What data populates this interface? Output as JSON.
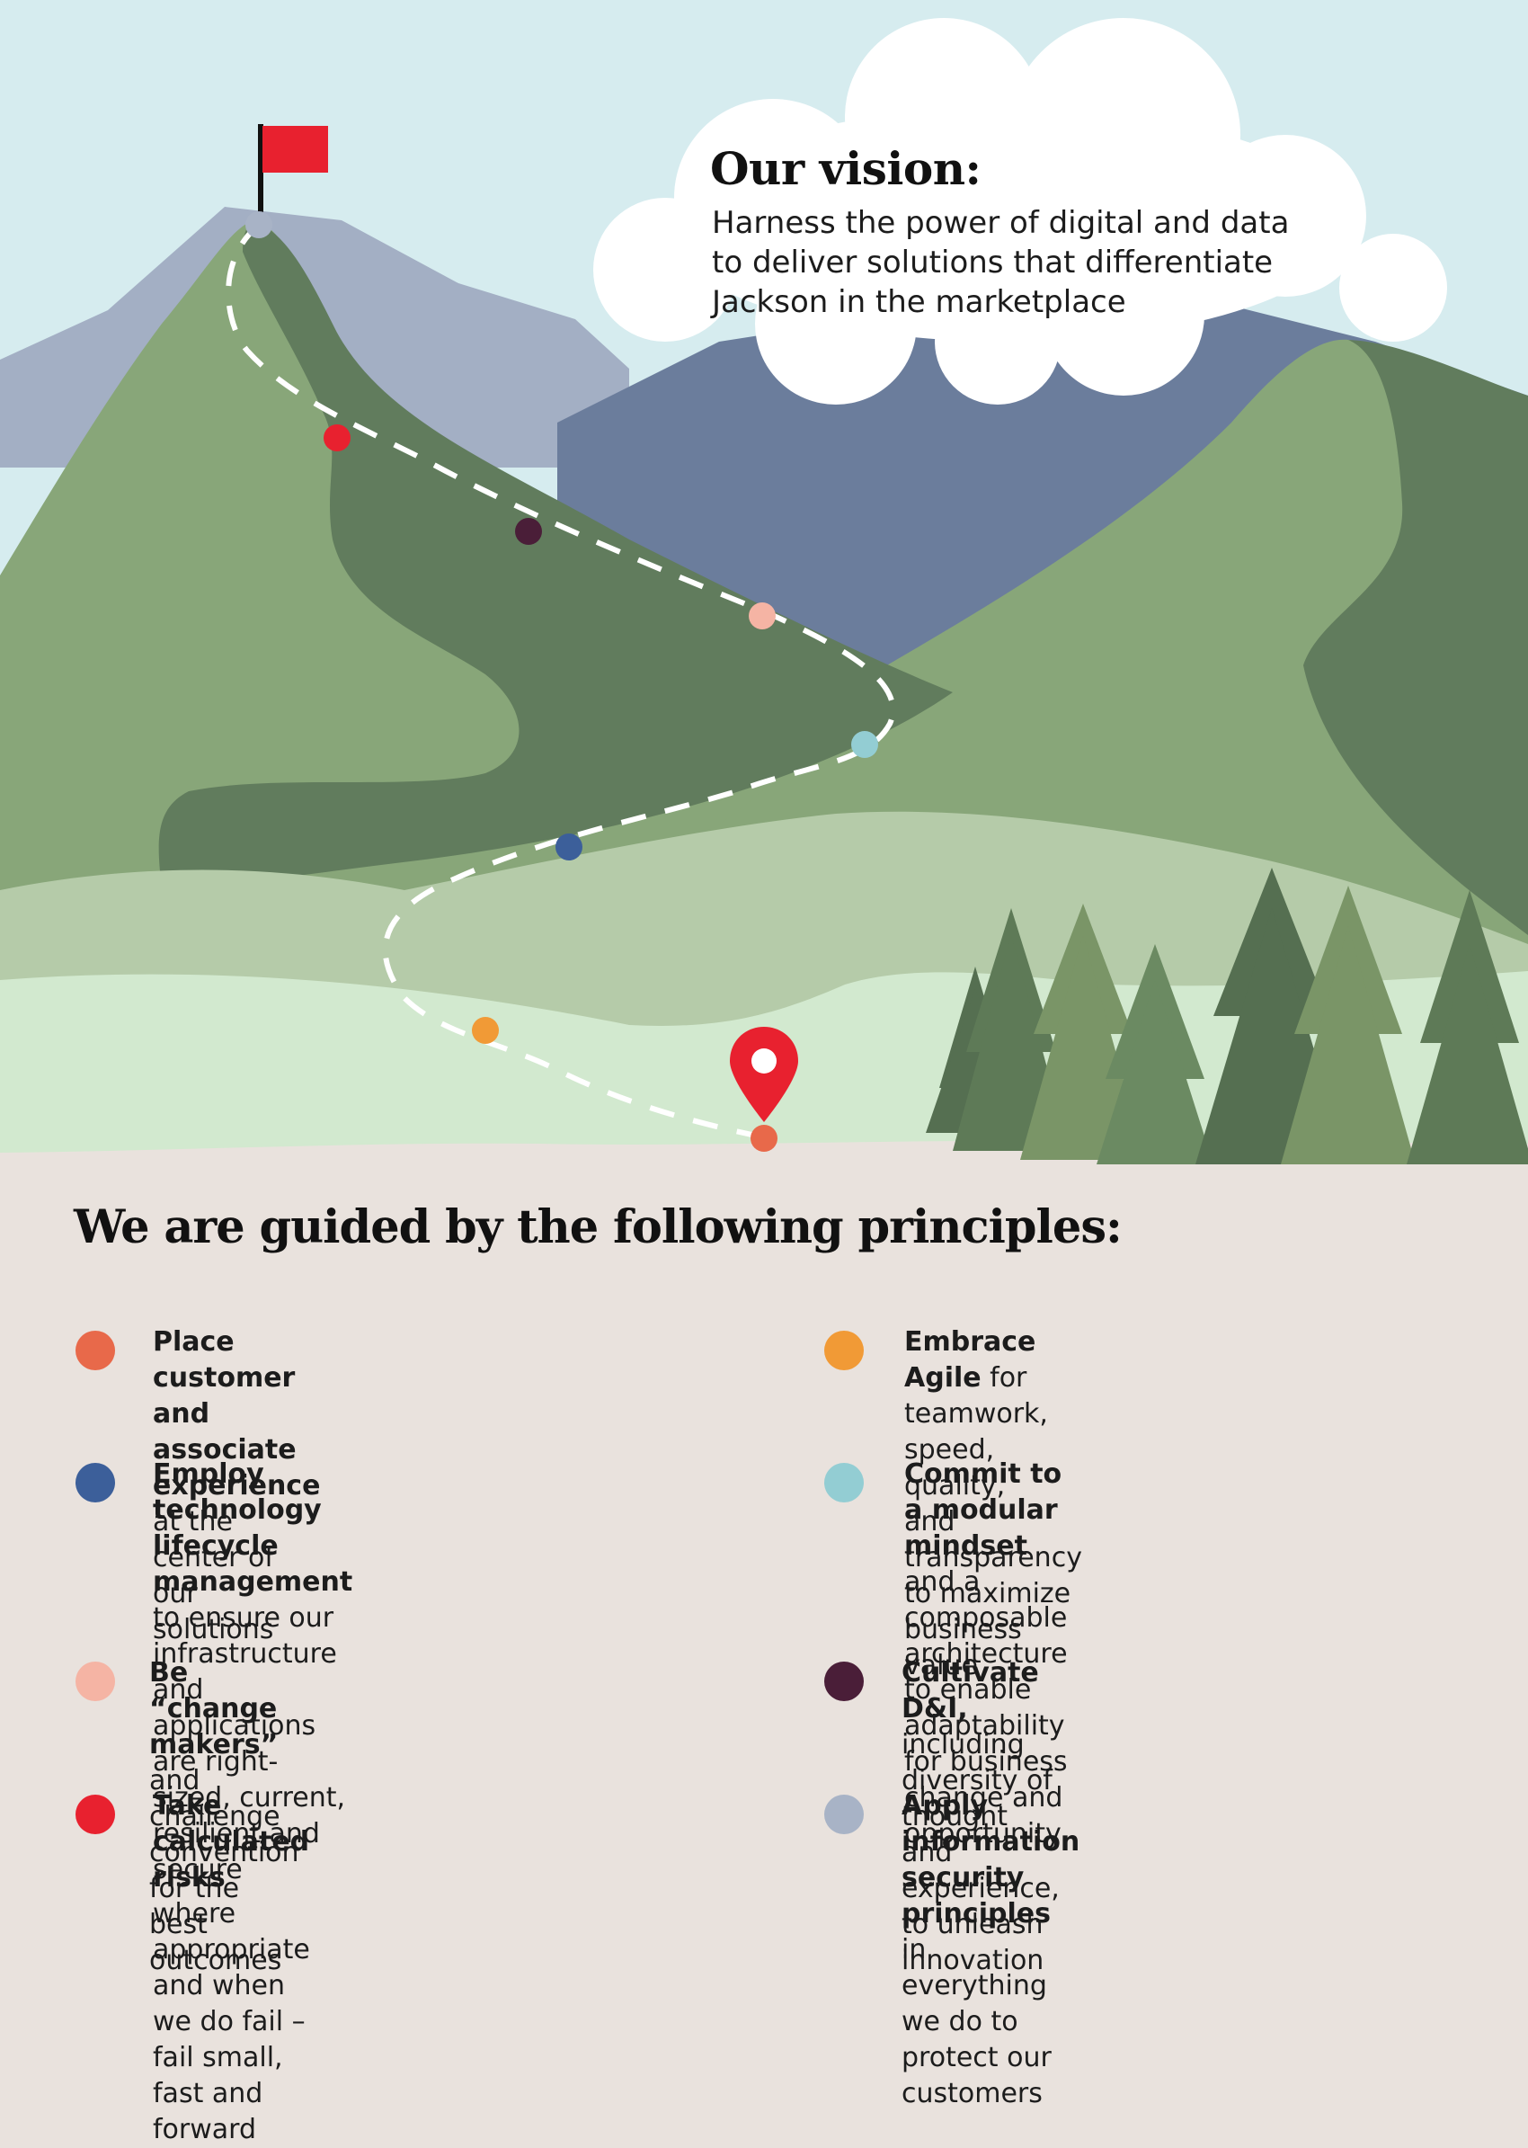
{
  "vision": {
    "title": "Our vision:",
    "line1": "Harness the power of digital and data",
    "line2": "to deliver solutions that differentiate",
    "line3": "Jackson in the marketplace"
  },
  "principles_heading": "We are guided by the following principles:",
  "colors": {
    "orange_red": "#e8694a",
    "blue": "#3c5f9a",
    "light_pink": "#f5b4a4",
    "red": "#e8212f",
    "orange": "#f19a36",
    "light_teal": "#93cdd3",
    "plum": "#4a1e38",
    "grey_blue": "#a8b3c6",
    "flag": "#e8212f",
    "pin": "#e8212f"
  },
  "principles": [
    {
      "bold": "Place customer and associate experience",
      "rest": "",
      "line2": "at the center of our solutions",
      "line3": "",
      "line4": ""
    },
    {
      "bold": "Employ technology lifecycle management",
      "rest": "",
      "line2": "to ensure our infrastructure and",
      "line3": "applications are right-sized, current,",
      "line4": "resilient and secure"
    },
    {
      "bold": "Be “change makers”",
      "rest": " and challenge",
      "line2": "convention for the best outcomes",
      "line3": "",
      "line4": ""
    },
    {
      "bold": "Take calculated risks",
      "rest": " where appropriate",
      "line2": "and when we do fail – fail small, fast and",
      "line3": "forward",
      "line4": ""
    },
    {
      "bold": "Embrace Agile",
      "rest": " for teamwork, speed, quality,",
      "line2": "and transparency to maximize business value",
      "line3": "",
      "line4": ""
    },
    {
      "bold": "Commit to a modular mindset",
      "rest": " and a",
      "line2": "composable architecture to enable",
      "line3": "adaptability for business change and",
      "line4": "opportunity"
    },
    {
      "bold": "Cultivate D&I,",
      "rest": " including diversity of thought",
      "line2": "and experience, to unleash innovation",
      "line3": "",
      "line4": ""
    },
    {
      "bold": "Apply information security principles",
      "rest": " in",
      "line2": "everything we do to protect our customers",
      "line3": "",
      "line4": ""
    }
  ]
}
